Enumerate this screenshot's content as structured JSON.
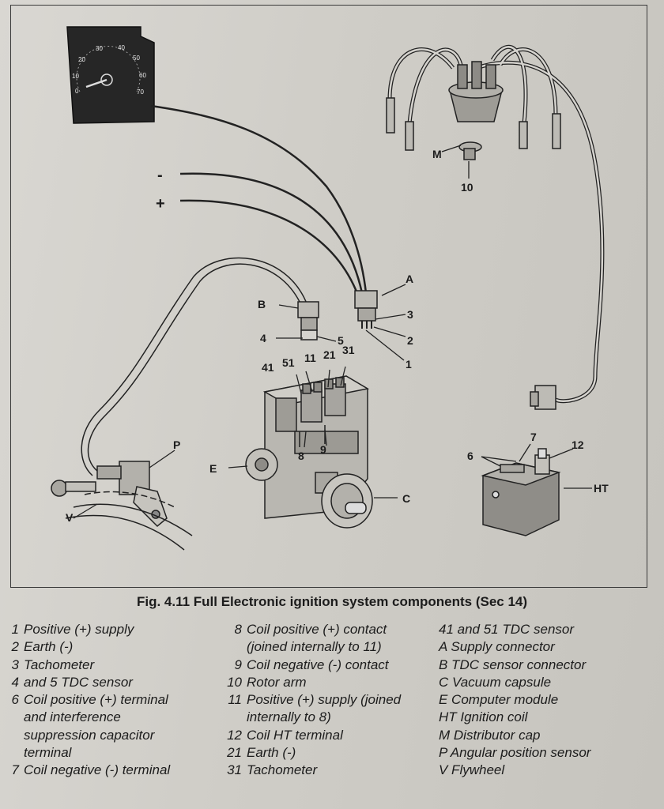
{
  "figure": {
    "caption": "Fig. 4.11  Full Electronic ignition system components (Sec 14)",
    "callouts": {
      "A": "A",
      "B": "B",
      "C": "C",
      "E": "E",
      "HT": "HT",
      "M": "M",
      "P": "P",
      "V": "V",
      "n1": "1",
      "n2": "2",
      "n3": "3",
      "n4": "4",
      "n5": "5",
      "n6": "6",
      "n7": "7",
      "n8": "8",
      "n9": "9",
      "n10": "10",
      "n11": "11",
      "n12": "12",
      "n21": "21",
      "n31": "31",
      "n41": "41",
      "n51": "51"
    },
    "wire_signs": {
      "minus": "-",
      "plus": "+"
    },
    "gauge_scale": [
      "0",
      "10",
      "20",
      "30",
      "40",
      "50",
      "60",
      "70"
    ]
  },
  "legend": {
    "col1": [
      {
        "num": "1",
        "text": "Positive (+) supply"
      },
      {
        "num": "2",
        "text": "Earth (-)"
      },
      {
        "num": "3",
        "text": "Tachometer"
      },
      {
        "num": "4",
        "text": "and 5 TDC sensor"
      },
      {
        "num": "6",
        "text": "Coil positive (+) terminal"
      },
      {
        "num": "",
        "text": "and interference"
      },
      {
        "num": "",
        "text": "suppression capacitor"
      },
      {
        "num": "",
        "text": "terminal"
      },
      {
        "num": "7",
        "text": "Coil negative (-) terminal"
      }
    ],
    "col2": [
      {
        "num": "8",
        "text": "Coil positive (+) contact"
      },
      {
        "num": "",
        "text": "(joined internally to 11)"
      },
      {
        "num": "9",
        "text": "Coil negative (-) contact"
      },
      {
        "num": "10",
        "text": "Rotor arm"
      },
      {
        "num": "11",
        "text": "Positive (+) supply (joined"
      },
      {
        "num": "",
        "text": "internally to 8)"
      },
      {
        "num": "12",
        "text": "Coil HT terminal"
      },
      {
        "num": "21",
        "text": "Earth (-)"
      },
      {
        "num": "31",
        "text": "Tachometer"
      }
    ],
    "col3": [
      {
        "num": "",
        "text": "41  and 51 TDC sensor"
      },
      {
        "num": "",
        "text": "A  Supply connector"
      },
      {
        "num": "",
        "text": "B  TDC sensor connector"
      },
      {
        "num": "",
        "text": "C  Vacuum capsule"
      },
      {
        "num": "",
        "text": "E  Computer module"
      },
      {
        "num": "",
        "text": "HT  Ignition coil"
      },
      {
        "num": "",
        "text": "M  Distributor cap"
      },
      {
        "num": "",
        "text": "P  Angular position sensor"
      },
      {
        "num": "",
        "text": "V  Flywheel"
      }
    ]
  }
}
